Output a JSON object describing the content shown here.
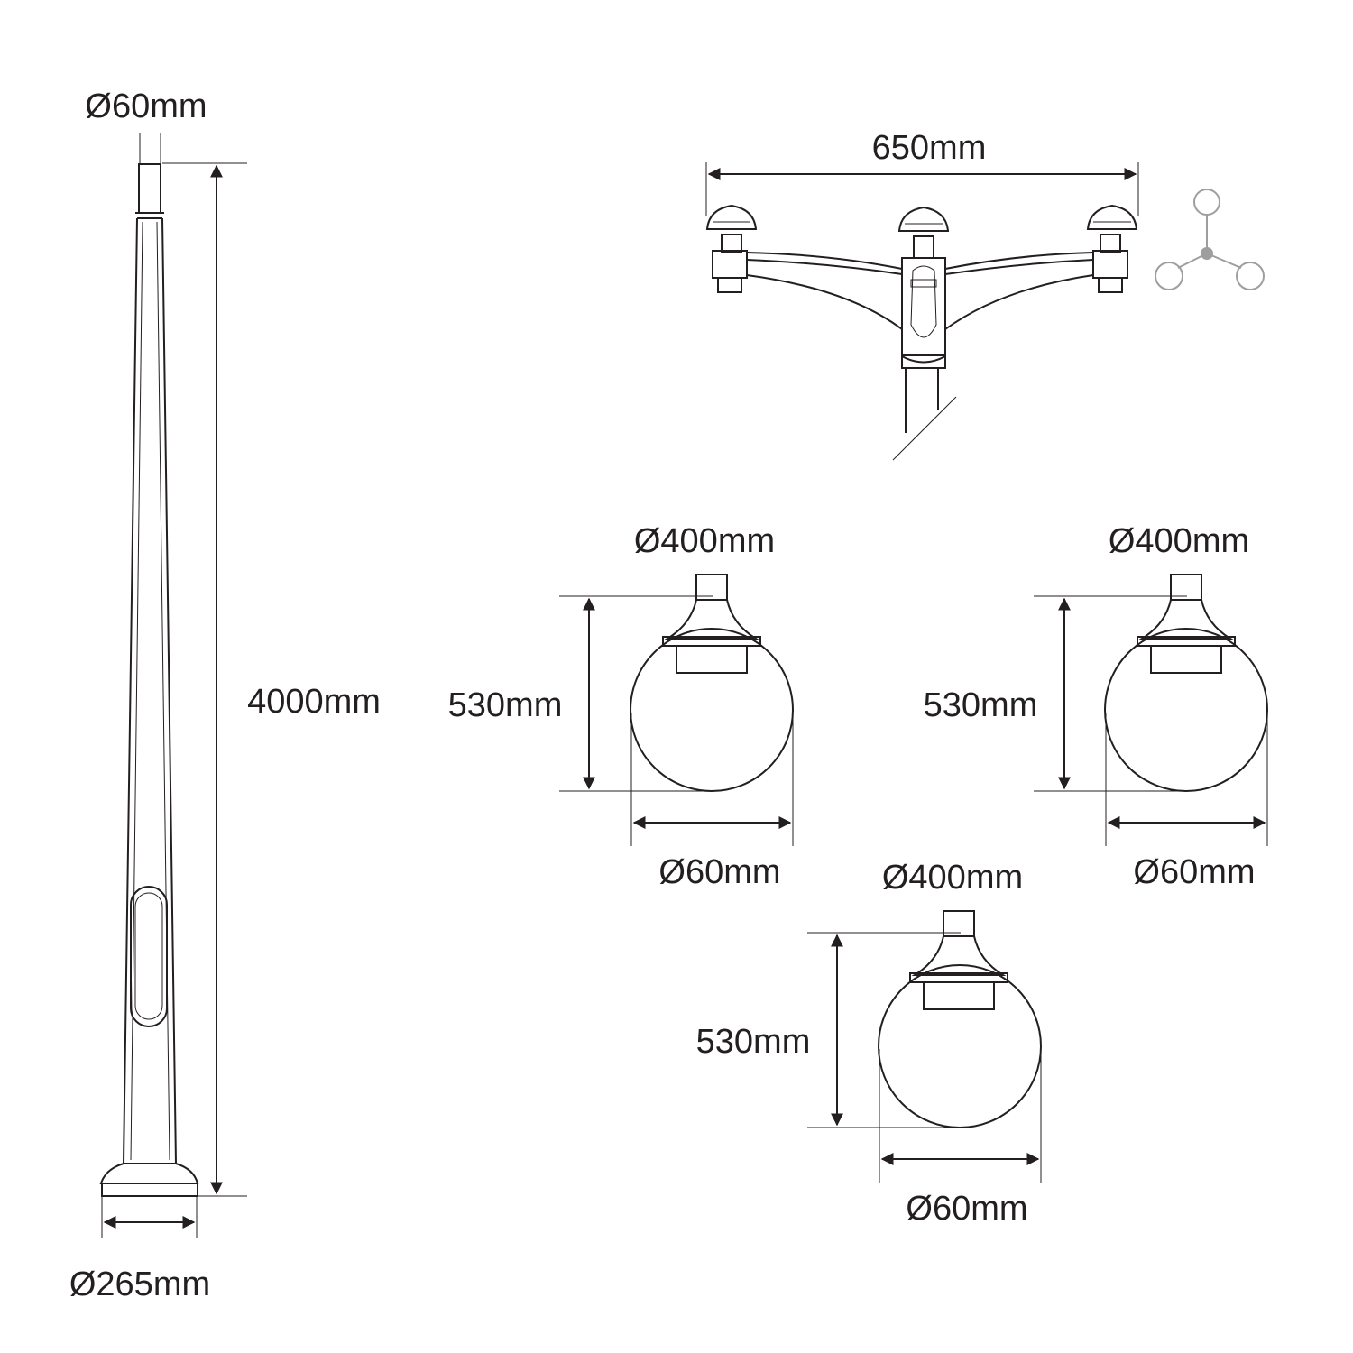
{
  "pole": {
    "top_diameter": "Ø60mm",
    "height": "4000mm",
    "base_diameter": "Ø265mm"
  },
  "bracket": {
    "span": "650mm",
    "arms_icon": "three-arm-layout-icon"
  },
  "globes": [
    {
      "top_diameter": "Ø400mm",
      "height": "530mm",
      "bottom_diameter": "Ø60mm"
    },
    {
      "top_diameter": "Ø400mm",
      "height": "530mm",
      "bottom_diameter": "Ø60mm"
    },
    {
      "top_diameter": "Ø400mm",
      "height": "530mm",
      "bottom_diameter": "Ø60mm"
    }
  ],
  "colors": {
    "line": "#231f20",
    "icon": "#9e9e9e",
    "background": "#ffffff"
  }
}
